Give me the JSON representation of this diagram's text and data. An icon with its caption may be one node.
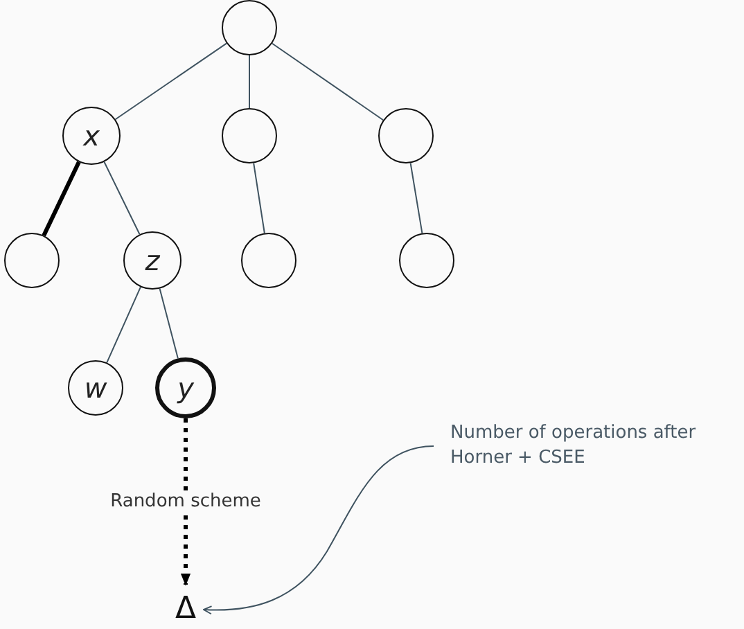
{
  "diagram": {
    "nodes": [
      {
        "text": [],
        "shape": "circle"
      },
      {
        "text": [
          "x"
        ]
      },
      {
        "text": [],
        "shape": "circle"
      },
      {
        "text": [],
        "shape": "circle"
      },
      {
        "text": [],
        "shape": "circle"
      },
      {
        "text": [
          "z"
        ]
      },
      {
        "text": [],
        "shape": "circle"
      },
      {
        "text": [],
        "shape": "circle"
      },
      {
        "text": [
          "w"
        ]
      },
      {
        "text": [
          "y"
        ]
      },
      {
        "text": [
          "Δ"
        ]
      },
      {
        "text": [
          "Number of operations after Horner + CSEE"
        ]
      }
    ],
    "edges": [
      {
        "from": 0,
        "to": 1,
        "arrow": "none"
      },
      {
        "from": 0,
        "to": 2,
        "arrow": "none"
      },
      {
        "from": 0,
        "to": 3,
        "arrow": "none"
      },
      {
        "from": 1,
        "to": 4,
        "arrow": "none",
        "style": "thick",
        "color": "#000000"
      },
      {
        "from": 1,
        "to": 5,
        "arrow": "none"
      },
      {
        "from": 2,
        "to": 6,
        "arrow": "none"
      },
      {
        "from": 3,
        "to": 7,
        "arrow": "none"
      },
      {
        "from": 5,
        "to": 8,
        "arrow": "none"
      },
      {
        "from": 5,
        "to": 9,
        "arrow": "none"
      },
      {
        "from": 9,
        "to": 10,
        "arrow": "to",
        "label": "Random scheme",
        "style": "dashed",
        "color": "#000000"
      },
      {
        "from": 11,
        "to": 10,
        "arrow": "to"
      }
    ]
  }
}
